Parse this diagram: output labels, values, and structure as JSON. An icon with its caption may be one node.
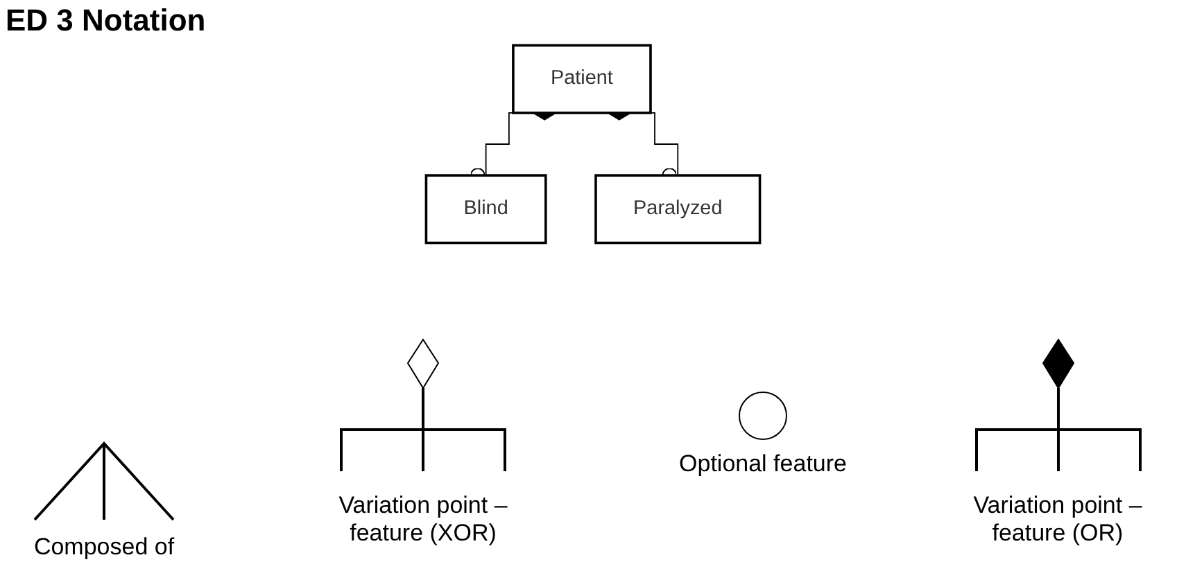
{
  "diagram": {
    "title": "ED 3 Notation",
    "nodes": [
      {
        "text": [
          "Patient"
        ]
      },
      {
        "text": [
          "Blind"
        ]
      },
      {
        "text": [
          "Paralyzed"
        ]
      }
    ],
    "edges": [
      {
        "from": 0,
        "to": 1,
        "arrow": "other"
      },
      {
        "from": 0,
        "to": 2,
        "arrow": "other"
      }
    ],
    "legend": [
      {
        "text": "Composed of"
      },
      {
        "text": "Variation point – feature (XOR)"
      },
      {
        "text": "Optional feature"
      },
      {
        "text": "Variation point – feature (OR)"
      }
    ]
  }
}
